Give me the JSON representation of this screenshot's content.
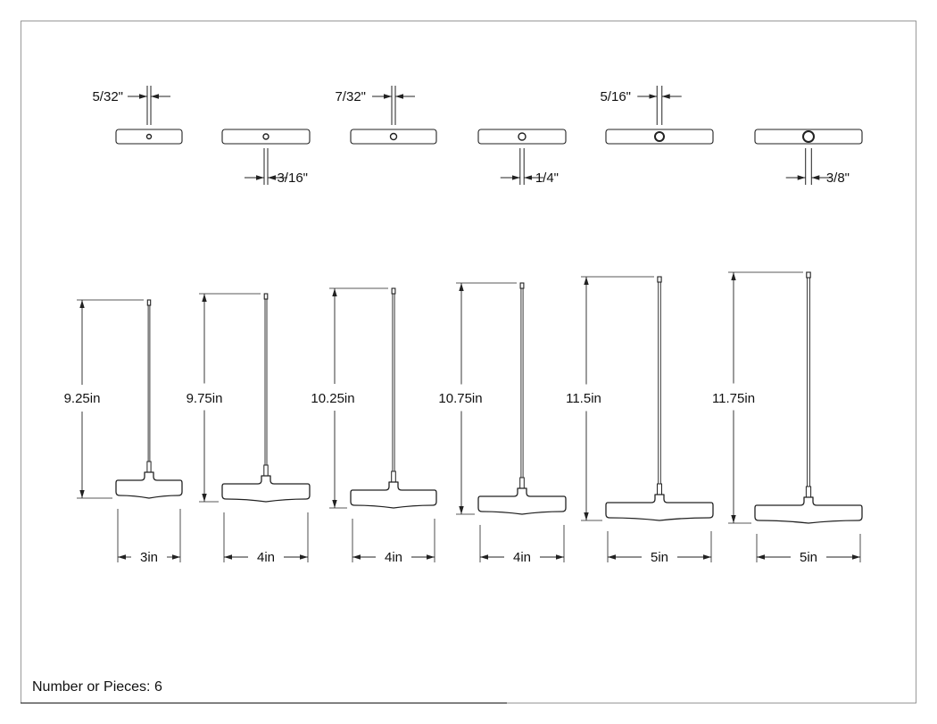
{
  "drawing": {
    "footer_label": "Number or Pieces: 6",
    "line_color": "#222222"
  },
  "tools": [
    {
      "tip_size": "5/32\"",
      "length": "9.25in",
      "handle_width": "3in"
    },
    {
      "tip_size": "3/16\"",
      "length": "9.75in",
      "handle_width": "4in"
    },
    {
      "tip_size": "7/32\"",
      "length": "10.25in",
      "handle_width": "4in"
    },
    {
      "tip_size": "1/4\"",
      "length": "10.75in",
      "handle_width": "4in"
    },
    {
      "tip_size": "5/16\"",
      "length": "11.5in",
      "handle_width": "5in"
    },
    {
      "tip_size": "3/8\"",
      "length": "11.75in",
      "handle_width": "5in"
    }
  ]
}
